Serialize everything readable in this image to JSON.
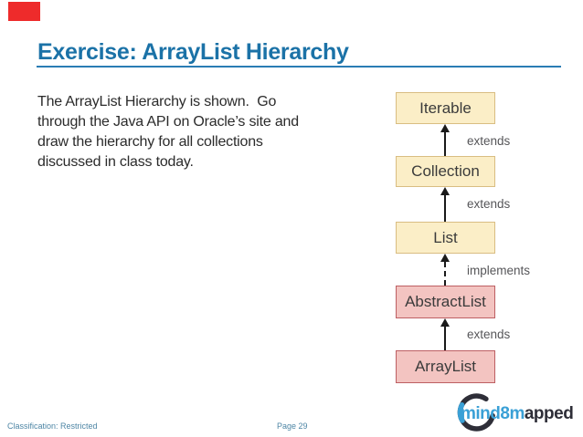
{
  "slide": {
    "marker_color": "#ee2b2b",
    "title": "Exercise: ArrayList Hierarchy",
    "accent_blue": "#1b72a7",
    "body_lines": [
      "The ArrayList Hierarchy is shown.  Go",
      "through the Java API on Oracle’s site and",
      "draw the hierarchy for all collections",
      "discussed in class today."
    ],
    "footer": {
      "classification_label": "Classification: Restricted",
      "page_label": "Page 29"
    }
  },
  "diagram": {
    "nodes": [
      {
        "label": "Iterable",
        "kind": "interface"
      },
      {
        "label": "Collection",
        "kind": "interface"
      },
      {
        "label": "List",
        "kind": "interface"
      },
      {
        "label": "AbstractList",
        "kind": "class"
      },
      {
        "label": "ArrayList",
        "kind": "class"
      }
    ],
    "edges": [
      {
        "from": "Collection",
        "to": "Iterable",
        "label": "extends",
        "style": "solid"
      },
      {
        "from": "List",
        "to": "Collection",
        "label": "extends",
        "style": "solid"
      },
      {
        "from": "AbstractList",
        "to": "List",
        "label": "implements",
        "style": "dashed"
      },
      {
        "from": "ArrayList",
        "to": "AbstractList",
        "label": "extends",
        "style": "solid"
      }
    ],
    "colors": {
      "interface_fill": "#fbeec7",
      "interface_border": "#d9bd82",
      "class_fill": "#f3c4c1",
      "class_border": "#bd5f63",
      "edge_label_gray": "#565659"
    }
  },
  "logo": {
    "text_blue_part": "mind8m",
    "text_dark_part": "apped",
    "blue": "#3aa0d6",
    "dark": "#2e2e38"
  }
}
